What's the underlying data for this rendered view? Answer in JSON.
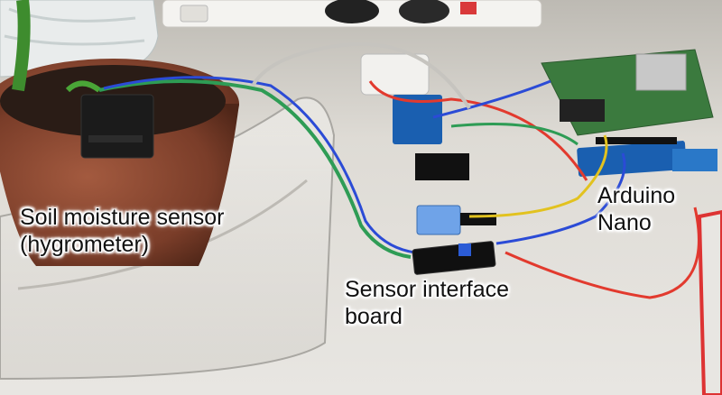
{
  "labels": {
    "soil_sensor": {
      "line1": "Soil moisture sensor",
      "line2": "(hygrometer)"
    },
    "interface_board": {
      "line1": "Sensor interface",
      "line2": "board"
    },
    "arduino": {
      "line1": "Arduino",
      "line2": "Nano"
    }
  },
  "colors": {
    "pot": "#8a4a34",
    "soil": "#2a1c16",
    "board_blue": "#1a5fb0",
    "wire_red": "#e23a2e",
    "wire_blue": "#2b4bd6",
    "wire_green": "#2e9c55",
    "wire_yellow": "#e2c21f"
  }
}
